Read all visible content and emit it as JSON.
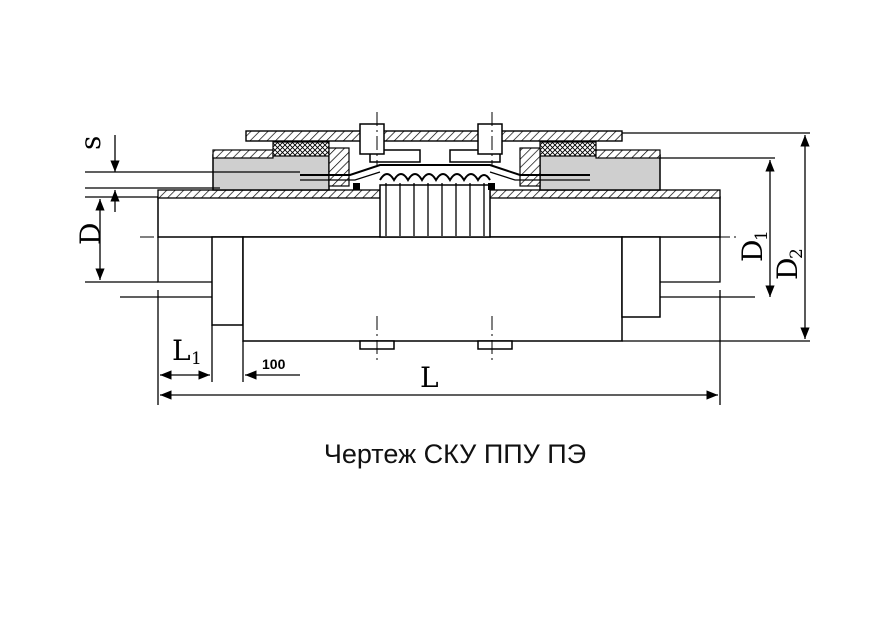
{
  "drawing": {
    "labels": {
      "s": "s",
      "d": "D",
      "d1_main": "D",
      "d1_sub": "1",
      "d2_main": "D",
      "d2_sub": "2",
      "l1_main": "L",
      "l1_sub": "1",
      "dim_100": "100",
      "l": "L"
    },
    "caption": "Чертеж СКУ ППУ ПЭ"
  }
}
